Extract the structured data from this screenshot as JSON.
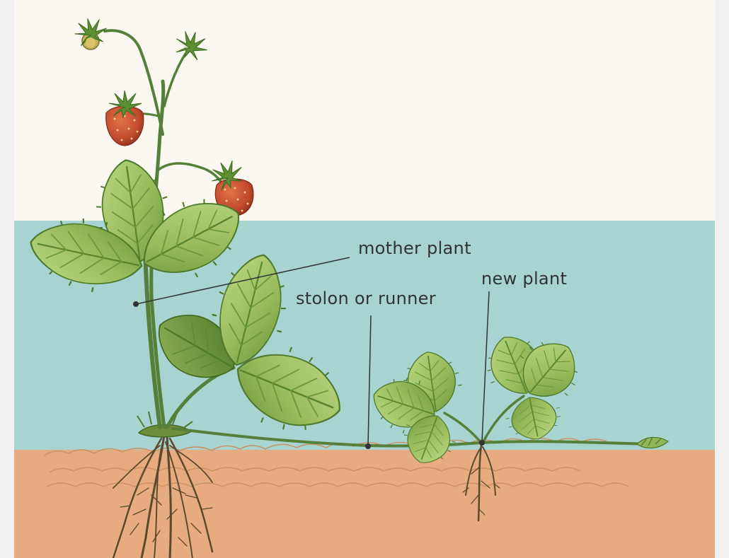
{
  "labels": {
    "mother_plant": "mother plant",
    "stolon": "stolon or runner",
    "new_plant": "new plant"
  },
  "colors": {
    "sky": "#faf8f0",
    "water_band": "#a7d3d0",
    "soil": "#e6ab80",
    "leaf_light": "#a9c971",
    "leaf_dark": "#5f8d34",
    "stem": "#55803a",
    "berry": "#c54a2e",
    "root": "#5b4a2f",
    "label_text": "#2f3433"
  }
}
